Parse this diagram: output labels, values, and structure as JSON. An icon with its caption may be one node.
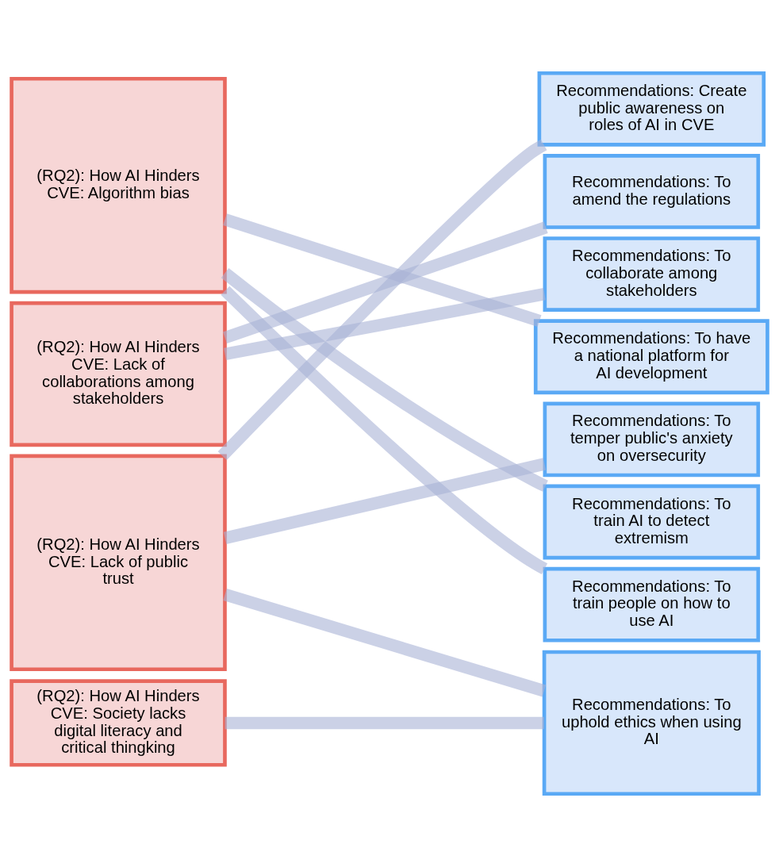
{
  "diagram": {
    "nodes": [
      {
        "text": [
          "(RQ2): How AI Hinders CVE: Algorithm bias"
        ]
      },
      {
        "text": [
          "(RQ2): How AI Hinders CVE: Lack of collaborations among stakeholders"
        ]
      },
      {
        "text": [
          "(RQ2): How AI Hinders CVE: Lack of public trust"
        ]
      },
      {
        "text": [
          "(RQ2): How AI Hinders CVE: Society lacks digital literacy and critical thingking"
        ]
      },
      {
        "text": [
          "Recommendations: Create public awareness on roles of AI in CVE"
        ]
      },
      {
        "text": [
          "Recommendations: To amend the regulations"
        ]
      },
      {
        "text": [
          "Recommendations: To collaborate among stakeholders"
        ]
      },
      {
        "text": [
          "Recommendations: To have a national platform for AI development"
        ]
      },
      {
        "text": [
          "Recommendations: To temper public's anxiety on oversecurity"
        ]
      },
      {
        "text": [
          "Recommendations: To train AI to detect extremism"
        ]
      },
      {
        "text": [
          "Recommendations: To train people on how to use AI"
        ]
      },
      {
        "text": [
          "Recommendations: To uphold ethics when using AI"
        ]
      }
    ],
    "edges": [
      {
        "from": 0,
        "to": 7,
        "arrow": "none"
      },
      {
        "from": 0,
        "to": 9,
        "arrow": "none"
      },
      {
        "from": 0,
        "to": 10,
        "arrow": "none"
      },
      {
        "from": 1,
        "to": 5,
        "arrow": "none"
      },
      {
        "from": 1,
        "to": 6,
        "arrow": "none"
      },
      {
        "from": 2,
        "to": 4,
        "arrow": "none"
      },
      {
        "from": 2,
        "to": 8,
        "arrow": "none"
      },
      {
        "from": 2,
        "to": 11,
        "arrow": "none"
      },
      {
        "from": 3,
        "to": 11,
        "arrow": "none"
      }
    ]
  }
}
